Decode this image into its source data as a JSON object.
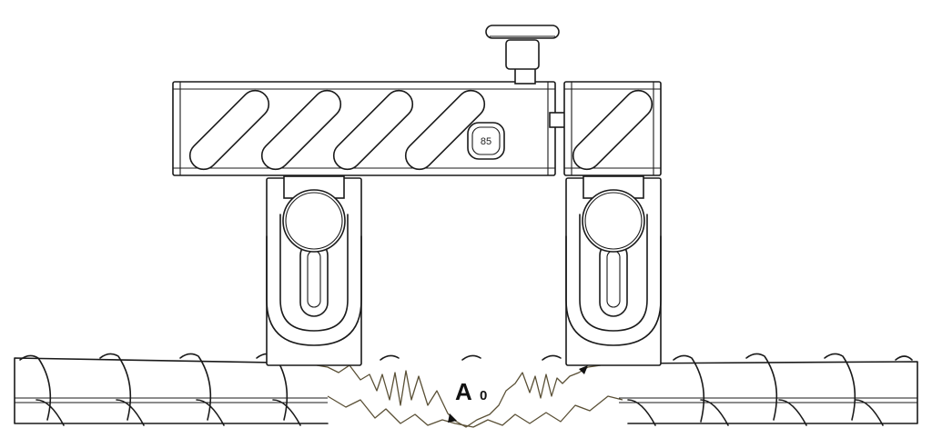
{
  "diagram": {
    "gauge_badge": {
      "value": "85"
    },
    "crack_label": {
      "main": "A",
      "subscript": "0"
    },
    "colors": {
      "line": "#1a1a1a",
      "crack": "#5a5036",
      "background": "#ffffff"
    }
  }
}
